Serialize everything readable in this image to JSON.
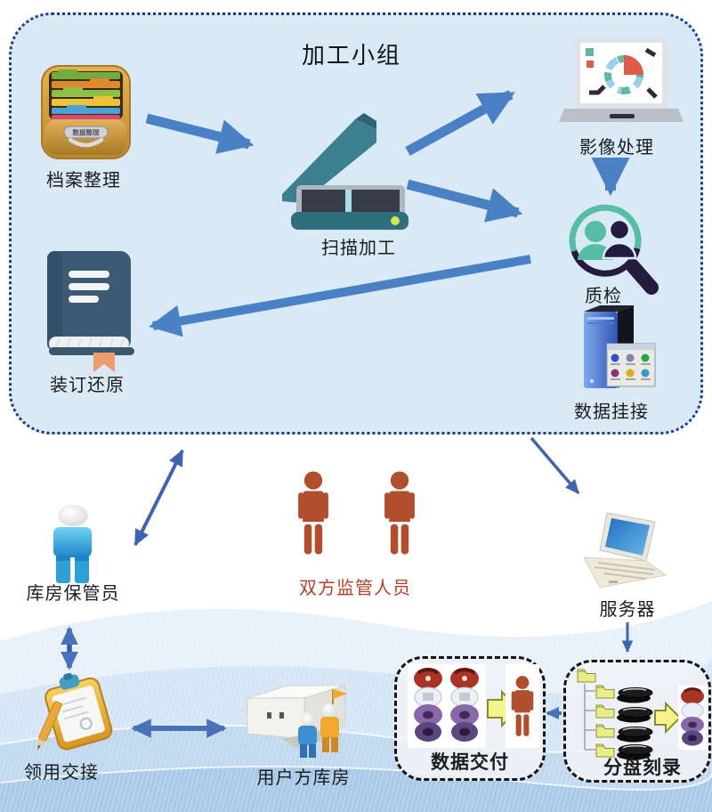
{
  "process_box": {
    "title": "加工小组",
    "nodes": {
      "archive": {
        "label": "档案整理",
        "plate": "数据整理",
        "icon": "file-cabinet-icon"
      },
      "scan": {
        "label": "扫描加工",
        "icon": "scanner-icon"
      },
      "image": {
        "label": "影像处理",
        "icon": "laptop-chart-icon"
      },
      "qc": {
        "label": "质检",
        "icon": "magnifier-people-icon"
      },
      "link": {
        "label": "数据挂接",
        "icon": "server-tower-icon"
      },
      "bind": {
        "label": "装订还原",
        "icon": "book-icon"
      }
    }
  },
  "lower": {
    "keeper": {
      "label": "库房保管员",
      "icon": "person-blue-icon"
    },
    "supervisors": {
      "label": "双方监管人员",
      "icon": "two-persons-red-icon"
    },
    "server": {
      "label": "服务器",
      "icon": "laptop-3d-icon"
    },
    "handover": {
      "label": "领用交接",
      "icon": "clipboard-icon"
    },
    "user_warehouse": {
      "label": "用户方库房",
      "icon": "warehouse-icon"
    },
    "delivery": {
      "label": "数据交付",
      "icon": "discs-to-person-icon"
    },
    "burn": {
      "label": "分盘刻录",
      "icon": "folders-burn-discs-icon"
    }
  },
  "colors": {
    "thick_arrow": "#4a80c4",
    "thin_arrow": "#3f63af",
    "mid_arrow": "#4a72b8",
    "process_box_fill": "#d9e9f6",
    "process_box_border": "#1c3e7e",
    "red_label": "#b5402a",
    "dashed_box_border": "#141414"
  }
}
